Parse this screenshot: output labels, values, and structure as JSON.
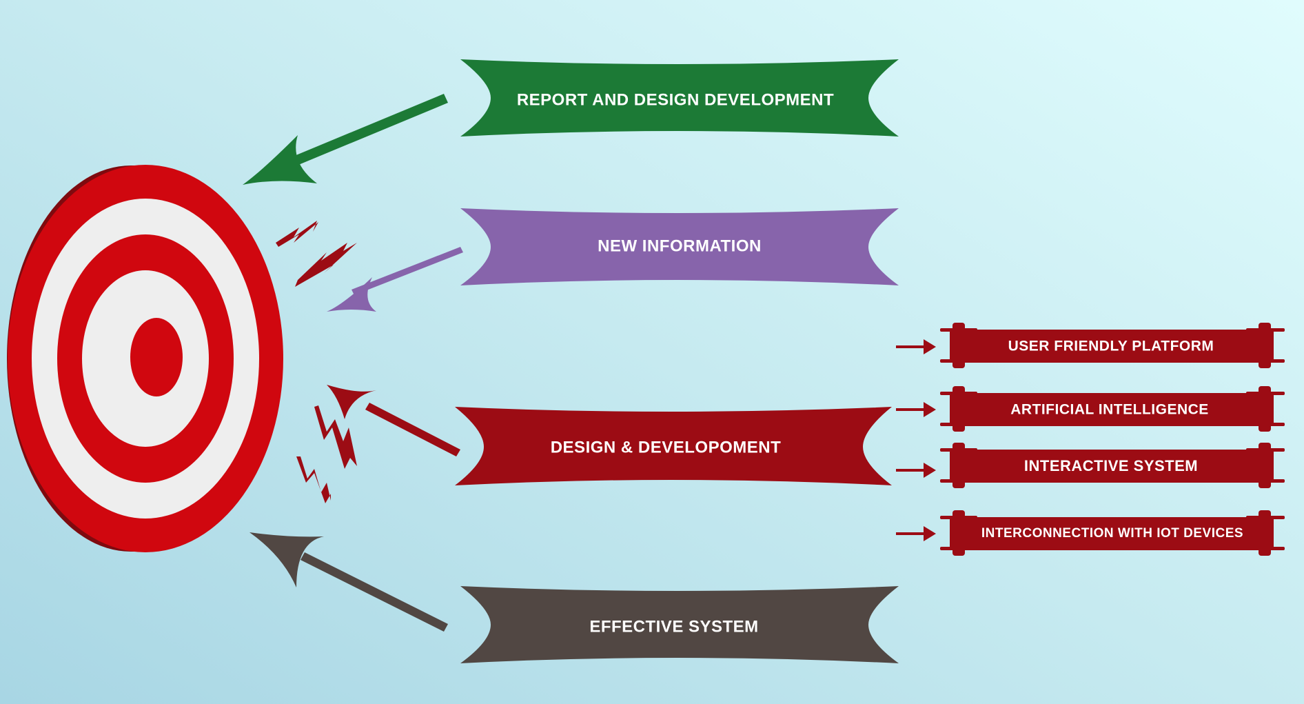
{
  "colors": {
    "green": "#1c7a36",
    "purple": "#8764ab",
    "red": "#9c0c14",
    "dark": "#514743",
    "target_red": "#d0070f",
    "target_white": "#eeeeee",
    "target_side": "#7f0a0f"
  },
  "banners": {
    "report": "REPORT AND DESIGN DEVELOPMENT",
    "new_info": "NEW INFORMATION",
    "design": "DESIGN & DEVELOPOMENT",
    "effective": "EFFECTIVE SYSTEM"
  },
  "sub_items": [
    "USER FRIENDLY PLATFORM",
    "ARTIFICIAL INTELLIGENCE",
    "INTERACTIVE SYSTEM",
    "INTERCONNECTION WITH IOT DEVICES"
  ]
}
